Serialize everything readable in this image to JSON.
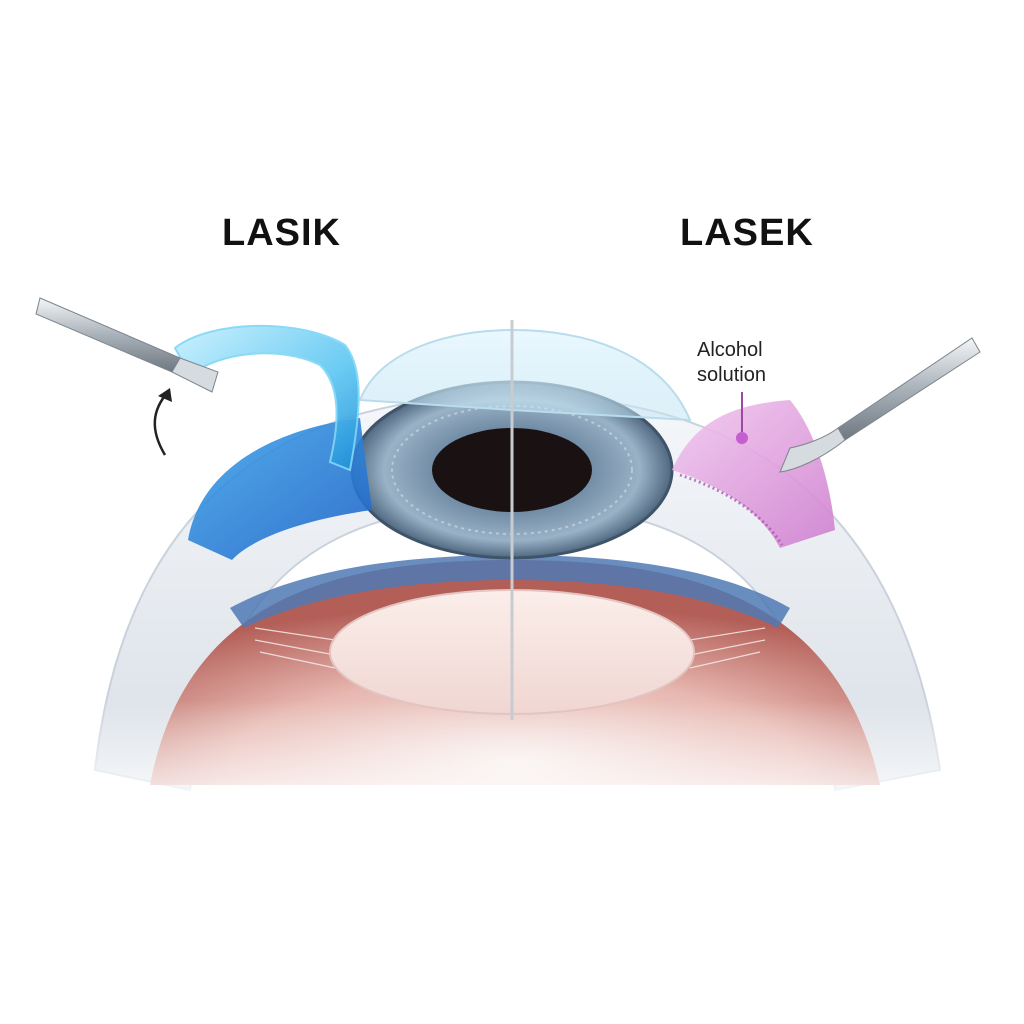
{
  "panels": {
    "left": {
      "title": "LASIK",
      "accent_color": "#2ea8e8"
    },
    "right": {
      "title": "LASEK",
      "accent_color": "#d98bd8",
      "annotation": "Alcohol solution"
    }
  },
  "icons": [
    "spatula-instrument-icon",
    "curved-arrow-icon",
    "leader-dot-icon"
  ]
}
